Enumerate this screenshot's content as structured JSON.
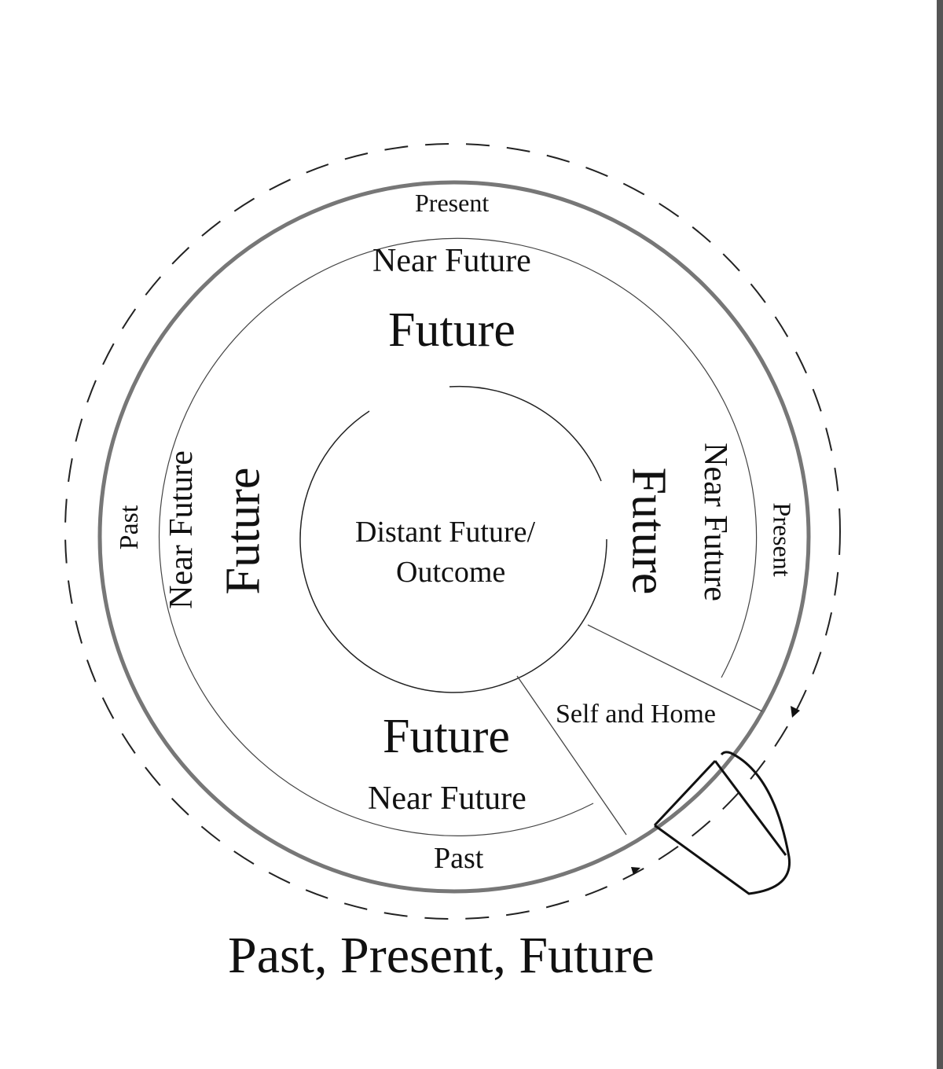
{
  "title": "Past, Present, Future",
  "labels": {
    "present_top": "Present",
    "near_future_top": "Near Future",
    "future_top": "Future",
    "past_left": "Past",
    "near_future_left": "Near Future",
    "future_left": "Future",
    "center_line1": "Distant Future/",
    "center_line2": "Outcome",
    "future_right": "Future",
    "near_future_right": "Near Future",
    "present_right": "Present",
    "self_and_home": "Self and Home",
    "future_bottom": "Future",
    "near_future_bottom": "Near Future",
    "past_bottom": "Past"
  }
}
